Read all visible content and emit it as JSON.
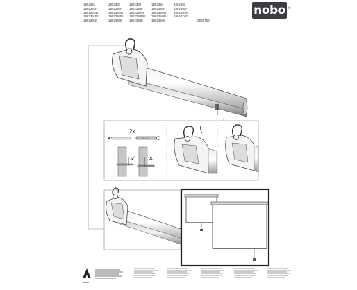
{
  "brand": {
    "logo_text": "nobo",
    "registered": "®",
    "acco_logo": "ACCO"
  },
  "product_codes": [
    [
      "1902391",
      "1902391F",
      "1902391W",
      "1902391RU",
      "1902391E"
    ],
    [
      "1902392",
      "1902392F",
      "1902392W",
      "1902392RU",
      "1902392E"
    ],
    [
      "1902393",
      "1902393F",
      "1902393W",
      "1902393RU",
      "1902393E"
    ],
    [
      "1902394",
      "1902394F",
      "1902394W",
      "1902394RU",
      "1902394E"
    ],
    [
      "1902550",
      "1902550F",
      "1902550W",
      "1904074E"
    ],
    [
      "1904075E"
    ]
  ],
  "step2": {
    "multiplier": "2x",
    "correct_mark": "✓",
    "wrong_mark": "✕"
  },
  "icons": [
    "screen-case-icon",
    "hook-icon",
    "screw-icon",
    "wall-plug-icon",
    "check-icon",
    "cross-icon",
    "acco-logo-icon"
  ]
}
